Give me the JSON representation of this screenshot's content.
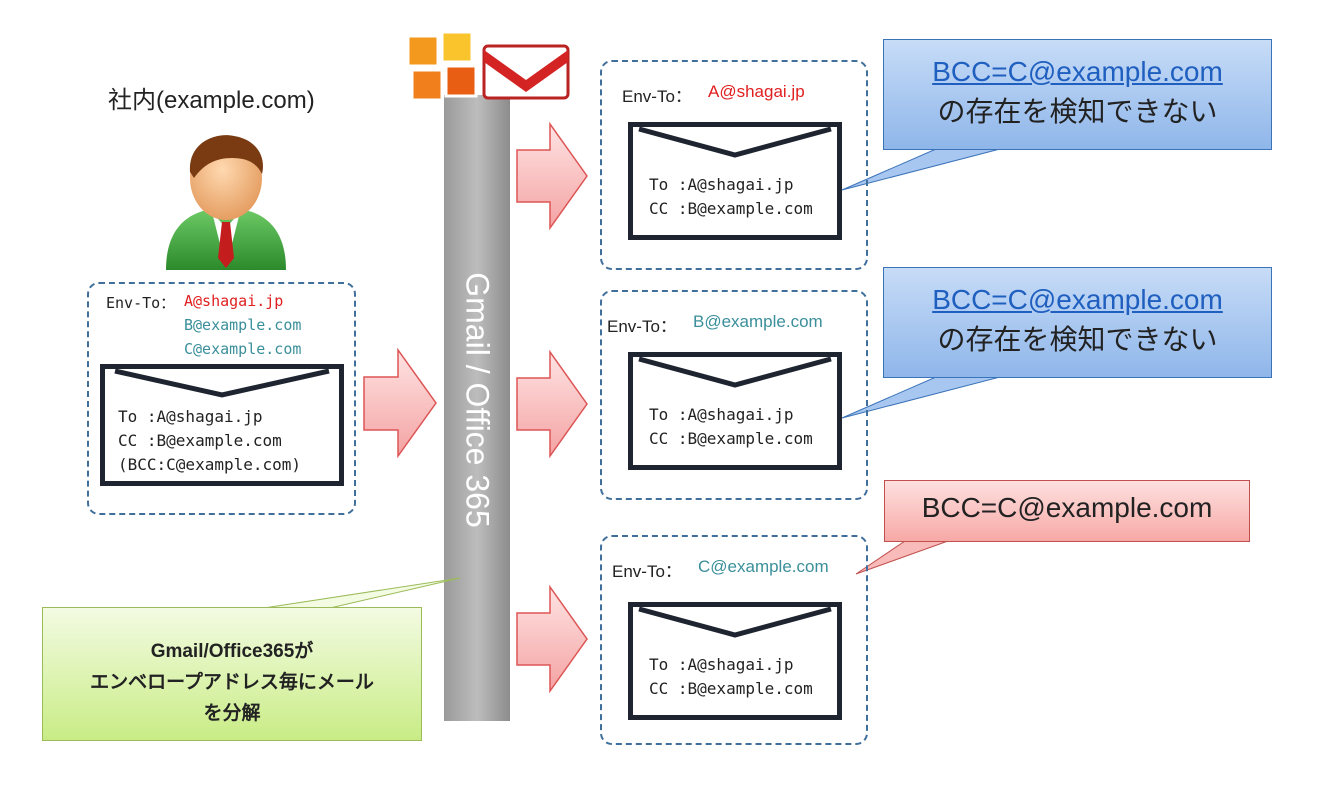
{
  "left": {
    "domain_label": "社内(example.com)",
    "envto_label": "Env-To：",
    "envto": [
      "A@shagai.jp",
      "B@example.com",
      "C@example.com"
    ],
    "mail": [
      "To :A@shagai.jp",
      "CC :B@example.com",
      "(BCC:C@example.com)"
    ]
  },
  "gateway_label": "Gmail / Office 365",
  "outputs": [
    {
      "envto_label": "Env-To：",
      "envto": "A@shagai.jp",
      "mail": [
        "To :A@shagai.jp",
        "CC :B@example.com"
      ]
    },
    {
      "envto_label": "Env-To：",
      "envto": "B@example.com",
      "mail": [
        "To :A@shagai.jp",
        "CC :B@example.com"
      ]
    },
    {
      "envto_label": "Env-To：",
      "envto": "C@example.com",
      "mail": [
        "To :A@shagai.jp",
        "CC :B@example.com"
      ]
    }
  ],
  "callouts": [
    {
      "bcc": "BCC=C@example.com",
      "text": "の存在を検知できない"
    },
    {
      "bcc": "BCC=C@example.com",
      "text": "の存在を検知できない"
    },
    {
      "bcc": "BCC=C@example.com"
    }
  ],
  "note": [
    "Gmail/Office365が",
    "エンベロープアドレス毎にメール",
    "を分解"
  ],
  "colors": {
    "red": "#e02020",
    "teal": "#3a8f9a",
    "link": "#1f5fbf"
  }
}
